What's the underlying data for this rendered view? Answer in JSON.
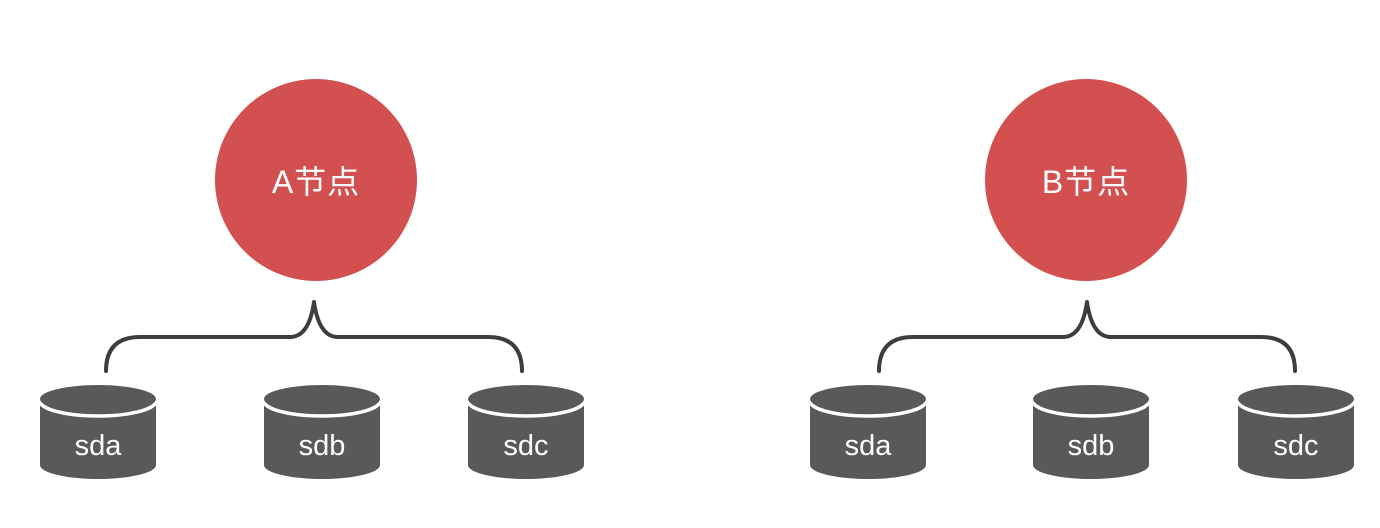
{
  "diagram": {
    "groups": [
      {
        "node_label": "A节点",
        "disks": [
          "sda",
          "sdb",
          "sdc"
        ]
      },
      {
        "node_label": "B节点",
        "disks": [
          "sda",
          "sdb",
          "sdc"
        ]
      }
    ],
    "colors": {
      "node_fill": "#d35051",
      "disk_fill": "#595959",
      "connector_color": "#3d3d3d",
      "label_text": "#ffffff"
    }
  }
}
